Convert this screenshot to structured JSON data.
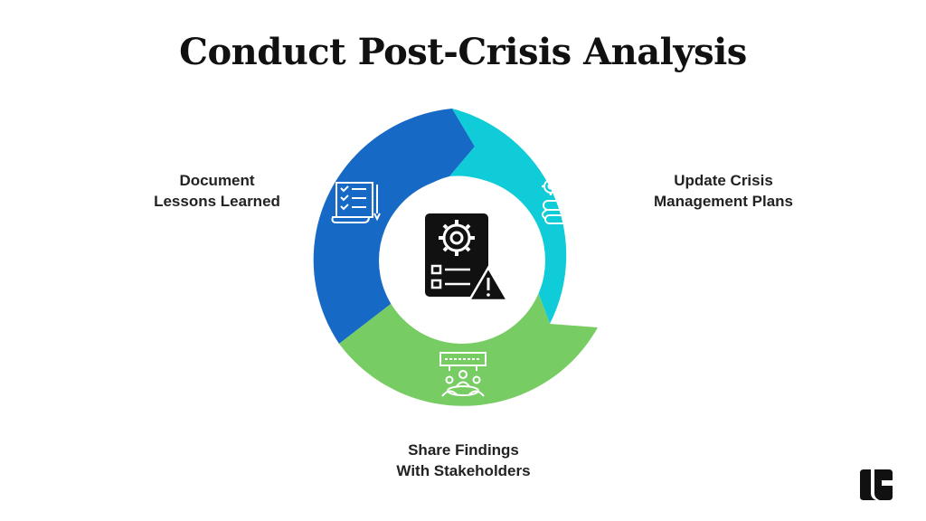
{
  "title": "Conduct Post-Crisis Analysis",
  "steps": [
    {
      "line1": "Document",
      "line2": "Lessons Learned",
      "color": "#1769c6",
      "icon": "checklist-document-icon"
    },
    {
      "line1": "Update Crisis",
      "line2": "Management Plans",
      "color": "#10cbd8",
      "icon": "gear-warning-flow-icon"
    },
    {
      "line1": "Share Findings",
      "line2": "With Stakeholders",
      "color": "#78cc64",
      "icon": "stakeholder-meeting-icon"
    }
  ],
  "center_icon": "document-gear-warning-icon",
  "logo": "brand-logo"
}
